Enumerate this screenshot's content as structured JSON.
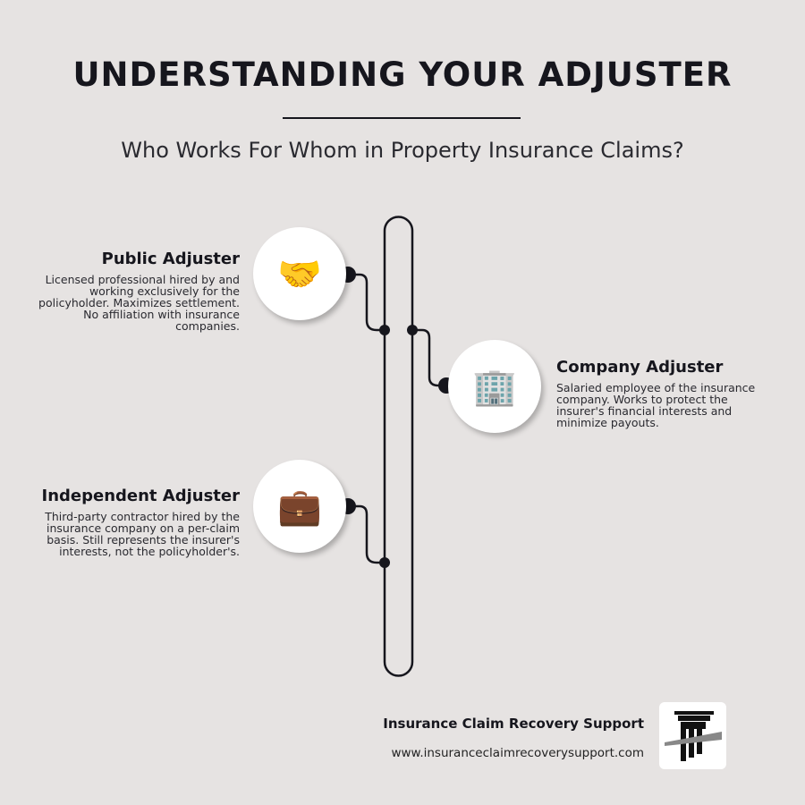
{
  "header": {
    "title": "UNDERSTANDING YOUR ADJUSTER",
    "subtitle": "Who Works For Whom in Property Insurance Claims?"
  },
  "items": [
    {
      "title": "Public Adjuster",
      "description": "Licensed professional hired by and working exclusively for the policyholder. Maximizes settlement. No affiliation with insurance companies.",
      "icon": "handshake-icon",
      "glyph": "🤝"
    },
    {
      "title": "Company Adjuster",
      "description": "Salaried employee of the insurance company. Works to protect the insurer's financial interests and minimize payouts.",
      "icon": "office-building-icon",
      "glyph": "🏢"
    },
    {
      "title": "Independent Adjuster",
      "description": "Third-party contractor hired by the insurance company on a per-claim basis. Still represents the insurer's interests, not the policyholder's.",
      "icon": "briefcase-icon",
      "glyph": "💼"
    }
  ],
  "footer": {
    "brand": "Insurance Claim Recovery Support",
    "url": "www.insuranceclaimrecoverysupport.com"
  },
  "colors": {
    "background": "#e6e3e2",
    "ink": "#16161d"
  }
}
